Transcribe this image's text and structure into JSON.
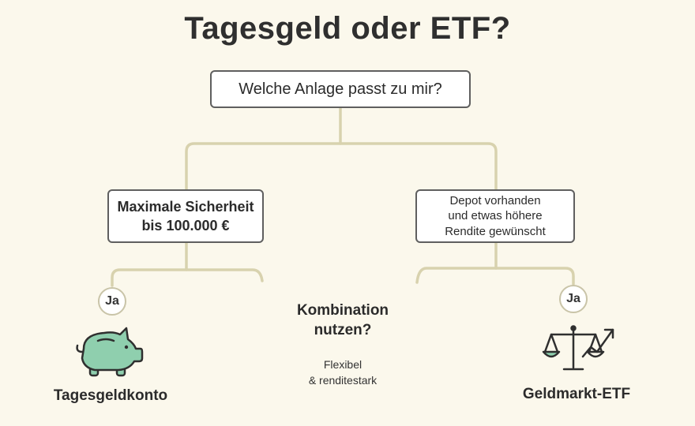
{
  "title": "Tagesgeld oder ETF?",
  "root": {
    "label": "Welche Anlage passt zu mir?"
  },
  "left_branch": {
    "condition_lines": [
      "Maximale Sicherheit",
      "bis 100.000 €"
    ],
    "answer": "Ja",
    "outcome": "Tagesgeldkonto",
    "icon": "piggy-bank-icon"
  },
  "right_branch": {
    "condition_lines": [
      "Depot vorhanden",
      "und etwas höhere",
      "Rendite gewünscht"
    ],
    "answer": "Ja",
    "outcome": "Geldmarkt-ETF",
    "icon": "scale-growth-icon"
  },
  "middle": {
    "title_lines": [
      "Kombination",
      "nutzen?"
    ],
    "subtitle_lines": [
      "Flexibel",
      "& renditestark"
    ]
  },
  "colors": {
    "background": "#fbf8ec",
    "connector": "#d8d2ae",
    "node_border": "#5f5f5f",
    "piggy_fill": "#8fcfae",
    "icon_stroke": "#2f2f2f"
  }
}
